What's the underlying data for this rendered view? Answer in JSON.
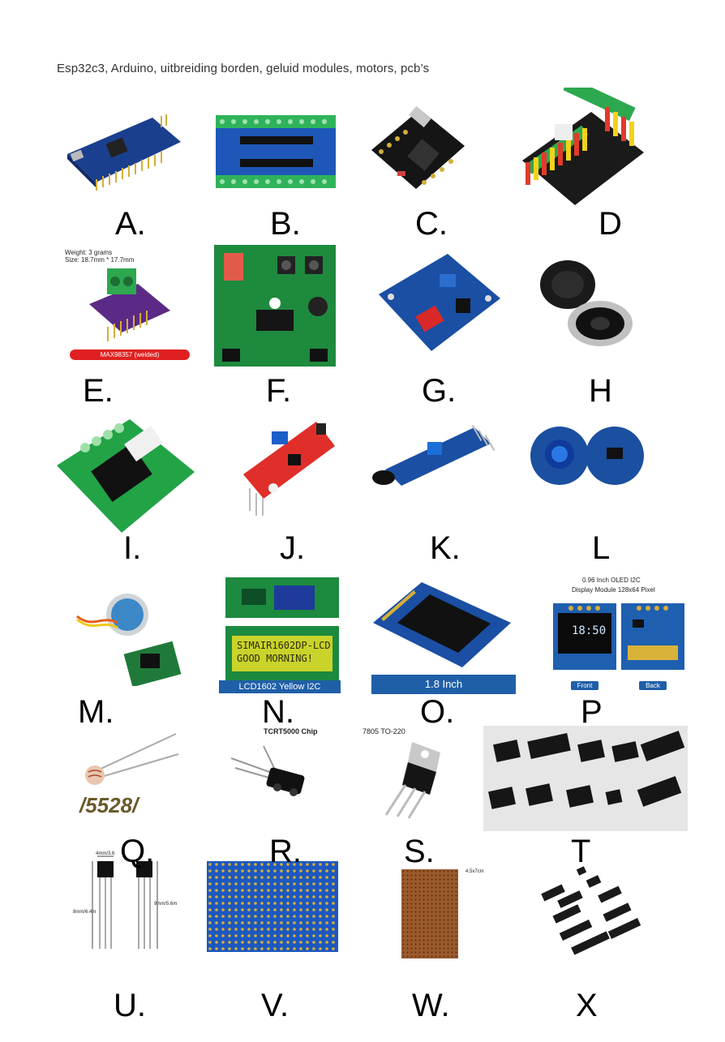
{
  "header": "Esp32c3, Arduino, uitbreiding borden, geluid modules, motors, pcb’s",
  "items": [
    {
      "letter": "A."
    },
    {
      "letter": "B."
    },
    {
      "letter": "C."
    },
    {
      "letter": "D"
    },
    {
      "letter": "E."
    },
    {
      "letter": "F."
    },
    {
      "letter": "G."
    },
    {
      "letter": "H"
    },
    {
      "letter": "I."
    },
    {
      "letter": "J."
    },
    {
      "letter": "K."
    },
    {
      "letter": "L"
    },
    {
      "letter": "M."
    },
    {
      "letter": "N."
    },
    {
      "letter": "O."
    },
    {
      "letter": "P"
    },
    {
      "letter": "Q."
    },
    {
      "letter": "R."
    },
    {
      "letter": "S."
    },
    {
      "letter": "T"
    },
    {
      "letter": "U."
    },
    {
      "letter": "V."
    },
    {
      "letter": "W."
    },
    {
      "letter": "X"
    }
  ],
  "captions": {
    "e_weight": "Weight: 3 grams",
    "e_size": "Size: 18.7mm * 17.7mm",
    "e_bar": "MAX98357 (welded)",
    "n_bar": "LCD1602 Yellow I2C",
    "n_line1": "SIMAIR1602DP-LCD",
    "n_line2": "GOOD MORNING!",
    "o_bar": "1.8 Inch",
    "p_title1": "0.96 Inch OLED I2C",
    "p_title2": "Display Module 128x64 Pixel",
    "p_front": "Front",
    "p_back": "Back",
    "p_time": "18:50",
    "q_label": "/5528/",
    "r_title": "TCRT5000 Chip",
    "s_title": "7805 TO-220",
    "w_size": "4.5x7cm",
    "u_dim1": "4mm/3.6",
    "u_dim2": "8mm/6.4m",
    "u_dim3": "9mm/5.6m"
  }
}
